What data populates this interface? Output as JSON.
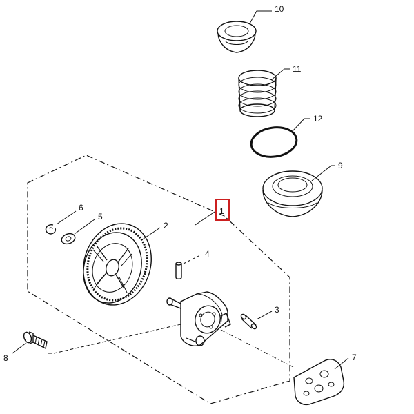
{
  "callouts": {
    "p1": "1",
    "p2": "2",
    "p3": "3",
    "p4": "4",
    "p5": "5",
    "p6": "6",
    "p7": "7",
    "p8": "8",
    "p9": "9",
    "p10": "10",
    "p11": "11",
    "p12": "12"
  },
  "colors": {
    "line": "#111111",
    "highlight_box": "#cc1f1f",
    "background": "#ffffff"
  }
}
